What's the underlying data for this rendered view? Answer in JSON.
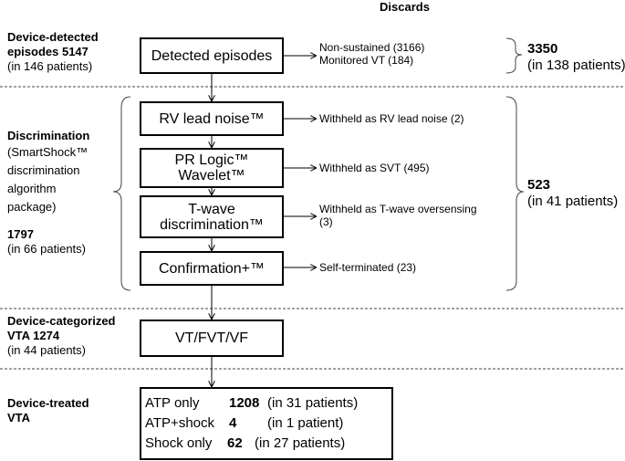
{
  "header": {
    "discards": "Discards"
  },
  "stages": [
    {
      "title": "Device-detected\nepisodes 5147",
      "sub": "(in 146 patients)"
    },
    {
      "title": "Discrimination",
      "sub": "(SmartShock™\ndiscrimination\nalgorithm\npackage)",
      "count": "1797",
      "count_sub": "(in 66 patients)"
    },
    {
      "title": "Device-categorized\nVTA 1274",
      "sub": "(in 44 patients)"
    },
    {
      "title": "Device-treated\nVTA"
    }
  ],
  "boxes": {
    "detected": "Detected episodes",
    "rv_noise": "RV lead noise™",
    "pr_logic": "PR Logic™\nWavelet™",
    "twave": "T-wave\ndiscrimination™",
    "confirmation": "Confirmation+™",
    "vt": "VT/FVT/VF"
  },
  "discards": {
    "detected": "Non-sustained (3166)\nMonitored VT (184)",
    "rv_noise": "Withheld as RV lead noise (2)",
    "pr_logic": "Withheld as SVT (495)",
    "twave": "Withheld as T-wave oversensing\n(3)",
    "confirmation": "Self-terminated (23)"
  },
  "totals": {
    "first": {
      "value": "3350",
      "sub": "(in 138 patients)"
    },
    "second": {
      "value": "523",
      "sub": "(in 41 patients)"
    }
  },
  "treatment": [
    {
      "label": "ATP only",
      "value": "1208",
      "patients": "(in 31 patients)"
    },
    {
      "label": "ATP+shock",
      "value": "4",
      "patients": "(in 1 patient)"
    },
    {
      "label": "Shock only",
      "value": "62",
      "patients": "(in 27 patients)"
    }
  ]
}
